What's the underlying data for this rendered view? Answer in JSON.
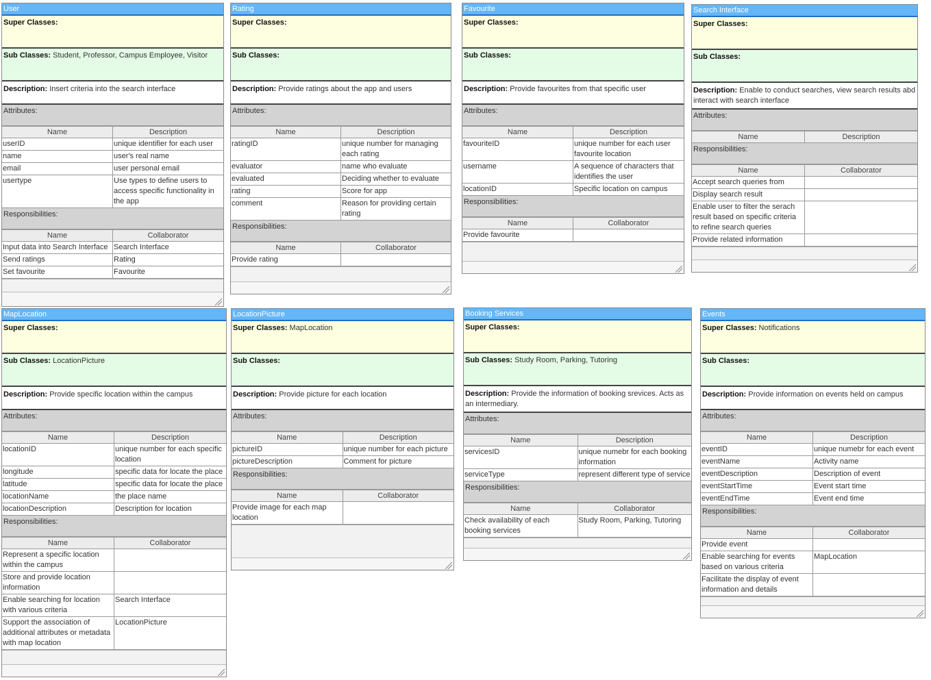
{
  "labels": {
    "super": "Super Classes:",
    "sub": "Sub Classes:",
    "description": "Description:",
    "attributes": "Attributes:",
    "responsibilities": "Responsibilities:",
    "name_col": "Name",
    "desc_col": "Description",
    "collab_col": "Collaborator"
  },
  "cards": [
    {
      "title": "User",
      "super": "",
      "sub": "Student, Professor, Campus Employee, Visitor",
      "description": "Insert criteria into the search interface",
      "attributes": [
        [
          "userID",
          "unique identifier for each user"
        ],
        [
          "name",
          "user's real name"
        ],
        [
          "email",
          "user personal email"
        ],
        [
          "usertype",
          "Use types to define users to access specific functionality in the app"
        ]
      ],
      "responsibilities": [
        [
          "Input data into Search Interface",
          "Search Interface"
        ],
        [
          "Send ratings",
          "Rating"
        ],
        [
          "Set favourite",
          "Favourite"
        ]
      ]
    },
    {
      "title": "Rating",
      "super": "",
      "sub": "",
      "description": "Provide ratings about the app and users",
      "attributes": [
        [
          "ratingID",
          "unique number for managing each rating"
        ],
        [
          "evaluator",
          "name who evaluate"
        ],
        [
          "evaluated",
          "Deciding whether to evaluate"
        ],
        [
          "rating",
          "Score for app"
        ],
        [
          "comment",
          "Reason for providing certain rating"
        ]
      ],
      "responsibilities": [
        [
          "Provide rating",
          ""
        ]
      ]
    },
    {
      "title": "Favourite",
      "super": "",
      "sub": "",
      "description": "Provide favourites from that specific user",
      "attributes": [
        [
          "favouriteID",
          "unique number for each user favourite location"
        ],
        [
          "username",
          "A sequence of characters that identifies the user"
        ],
        [
          "locationID",
          "Specific location on campus"
        ]
      ],
      "responsibilities": [
        [
          "Provide favourite",
          ""
        ]
      ]
    },
    {
      "title": "Search Interface",
      "super": "",
      "sub": "",
      "description": "Enable to conduct searches, view search results abd interact with search interface",
      "attributes": [],
      "responsibilities": [
        [
          "Accept search queries from",
          ""
        ],
        [
          "Display search result",
          ""
        ],
        [
          "Enable user to filter the serach result based on specific criteria to refine search queries",
          ""
        ],
        [
          "Provide related information",
          ""
        ]
      ]
    },
    {
      "title": "MapLocation",
      "super": "",
      "sub": "LocationPicture",
      "description": "Provide specific location within the campus",
      "attributes": [
        [
          "locationID",
          "unique number for each specific location"
        ],
        [
          "longitude",
          "specific data for locate the place"
        ],
        [
          "latitude",
          "specific data for locate the place"
        ],
        [
          "locationName",
          "the place name"
        ],
        [
          "locationDescription",
          "Description for location"
        ]
      ],
      "responsibilities": [
        [
          "Represent a specific location within the campus",
          ""
        ],
        [
          "Store and provide location information",
          ""
        ],
        [
          "Enable searching for location with various criteria",
          "Search Interface"
        ],
        [
          "Support the association of additional attributes or metadata with map location",
          "LocationPicture"
        ]
      ]
    },
    {
      "title": "LocationPicture",
      "super": "MapLocation",
      "sub": "",
      "description": "Provide picture for each location",
      "attributes": [
        [
          "pictureID",
          "unique number for each picture"
        ],
        [
          "pictureDescription",
          "Comment for picture"
        ]
      ],
      "responsibilities": [
        [
          "Provide image for each map location",
          ""
        ]
      ]
    },
    {
      "title": "Booking Services",
      "super": "",
      "sub": "Study Room, Parking, Tutoring",
      "description": "Provide the information of booking srevices. Acts as an intermediary.",
      "attributes": [
        [
          "servicesID",
          "unique numebr for each booking information"
        ],
        [
          "serviceType",
          "represent different type of service"
        ]
      ],
      "responsibilities": [
        [
          "Check availability of each booking services",
          "Study Room, Parking, Tutoring"
        ]
      ]
    },
    {
      "title": "Events",
      "super": "Notifications",
      "sub": "",
      "description": "Provide information on events held on campus",
      "attributes": [
        [
          "eventID",
          "unique numebr for each event"
        ],
        [
          "eventName",
          "Activity name"
        ],
        [
          "eventDescription",
          "Description of event"
        ],
        [
          "eventStartTime",
          "Event start time"
        ],
        [
          "eventEndTime",
          "Event end time"
        ]
      ],
      "responsibilities": [
        [
          "Provide event",
          ""
        ],
        [
          "Enable searching for events based on various criteria",
          "MapLocation"
        ],
        [
          "Facilitate the display of event information and details",
          ""
        ]
      ]
    }
  ]
}
